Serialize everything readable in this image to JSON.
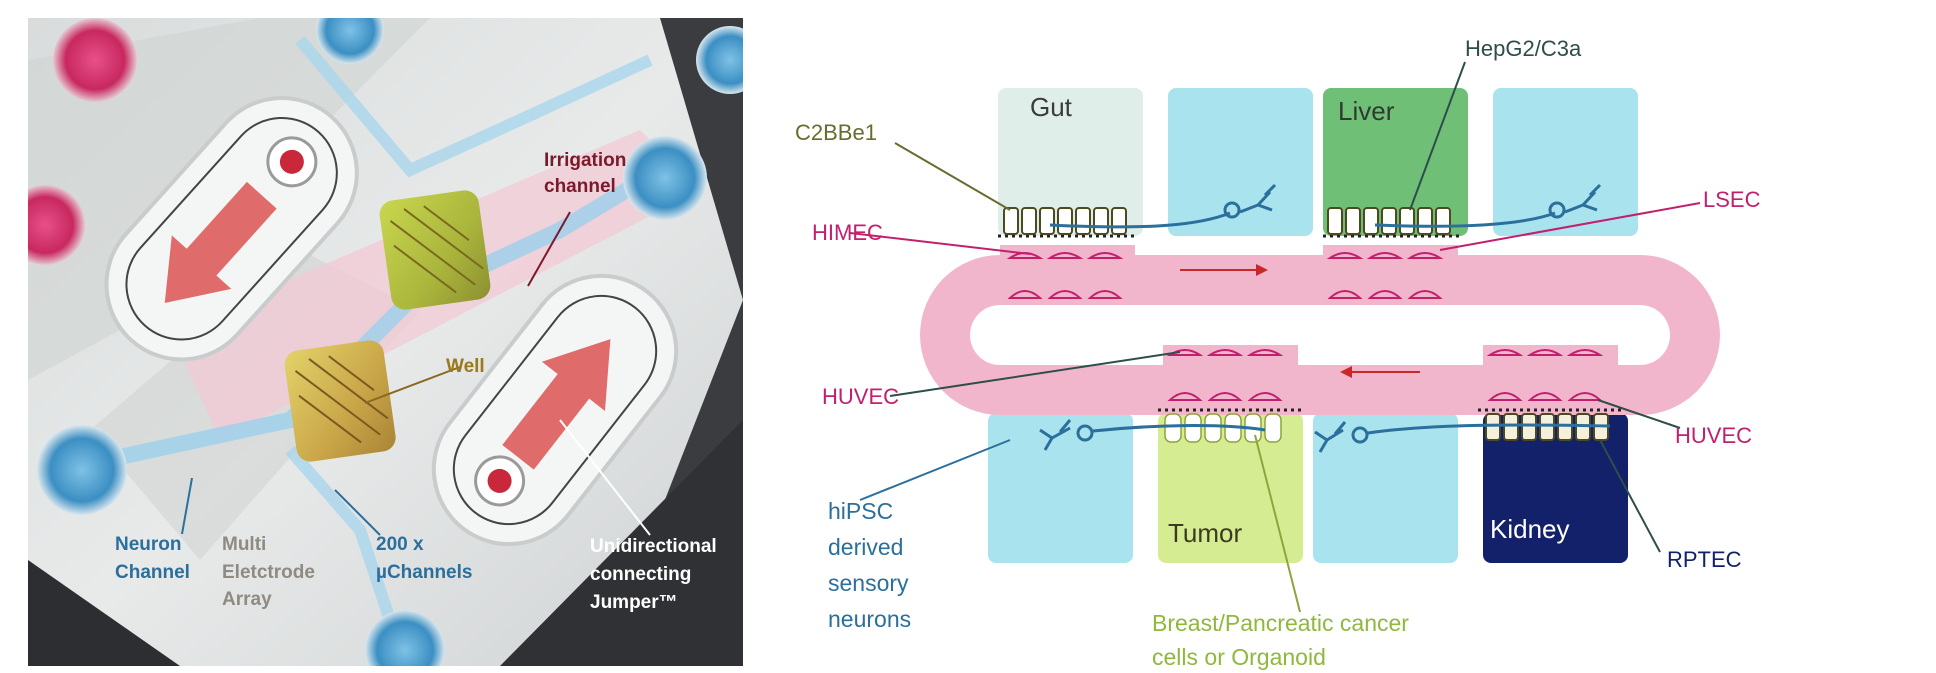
{
  "left_panel": {
    "labels": {
      "irrigation": [
        "Irrigation",
        "channel"
      ],
      "well": "Well",
      "neuron": [
        "Neuron",
        "Channel"
      ],
      "mea": [
        "Multi",
        "Eletctrode",
        "Array"
      ],
      "microchannels": [
        "200 x",
        "µChannels"
      ],
      "jumper": [
        "Unidirectional",
        "connecting",
        "Jumper™"
      ]
    }
  },
  "right_panel": {
    "compartments": {
      "gut": "Gut",
      "liver": "Liver",
      "tumor": "Tumor",
      "kidney": "Kidney"
    },
    "cells": {
      "c2bbe1": "C2BBe1",
      "hepg2": "HepG2/C3a",
      "himec": "HIMEC",
      "lsec": "LSEC",
      "huvec_left": "HUVEC",
      "huvec_right": "HUVEC",
      "rptec": "RPTEC",
      "hipsc": [
        "hiPSC",
        "derived",
        "sensory",
        "neurons"
      ],
      "cancer": [
        "Breast/Pancreatic cancer",
        "cells or Organoid"
      ]
    }
  },
  "colors": {
    "gut_fill": "#dfeee9",
    "liver_fill": "#6fbf77",
    "neuron_fill": "#a9e3ee",
    "tumor_fill": "#d6ec93",
    "kidney_fill": "#13216a",
    "loop_fill": "#f2b6cc",
    "magenta": "#c21f6e",
    "teal_blue": "#2b6f9c",
    "olive": "#6b6b2f",
    "green_text": "#8fb83c",
    "dark_red": "#7a1a2a",
    "jumper_red": "#e06b6b"
  }
}
